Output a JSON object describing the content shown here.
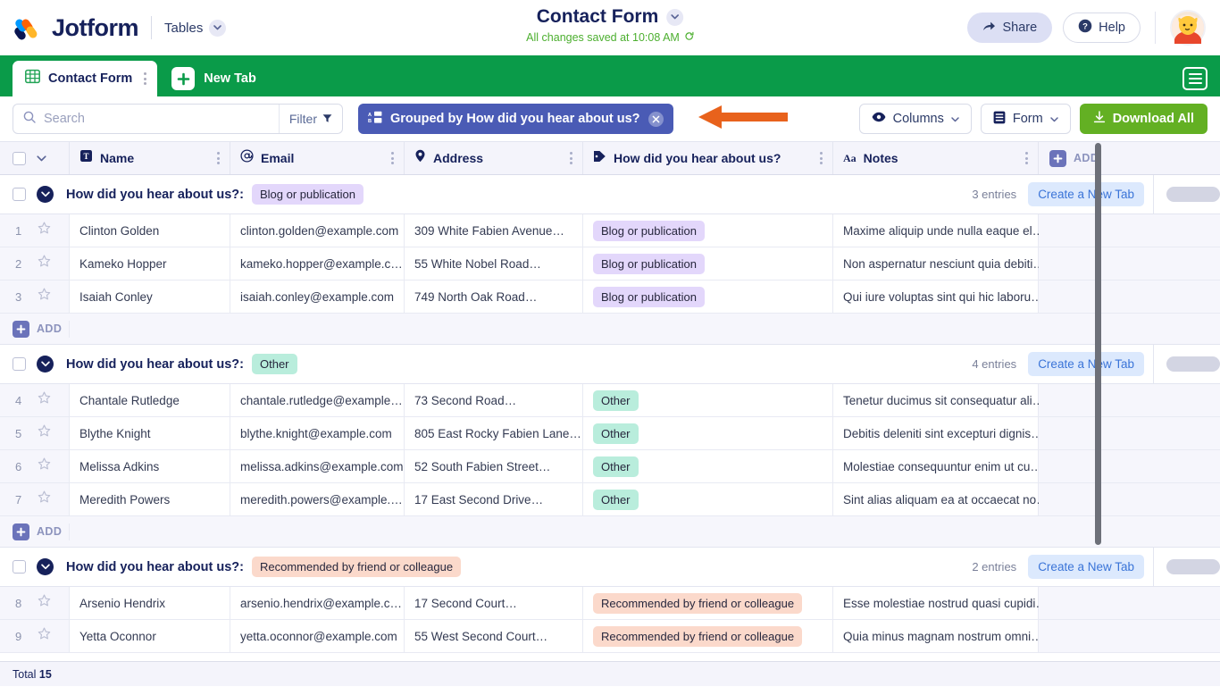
{
  "header": {
    "brand": "Jotform",
    "product": "Tables",
    "form_title": "Contact Form",
    "saved_status": "All changes saved at 10:08 AM",
    "share_label": "Share",
    "help_label": "Help"
  },
  "tabs": {
    "active": "Contact Form",
    "new_tab": "New Tab"
  },
  "toolbar": {
    "search_placeholder": "Search",
    "search_value": "",
    "filter_label": "Filter",
    "group_chip": "Grouped by How did you hear about us?",
    "columns_label": "Columns",
    "form_label": "Form",
    "download_label": "Download All"
  },
  "columns": [
    {
      "label": "Name",
      "icon": "text-field-icon",
      "glyph": "T"
    },
    {
      "label": "Email",
      "icon": "email-icon",
      "glyph": "@"
    },
    {
      "label": "Address",
      "icon": "location-pin-icon",
      "glyph": "pin"
    },
    {
      "label": "How did you hear about us?",
      "icon": "tag-icon",
      "glyph": "tag"
    },
    {
      "label": "Notes",
      "icon": "long-text-icon",
      "glyph": "Aa"
    }
  ],
  "add_column_label": "ADD",
  "add_row_label": "ADD",
  "group_label_prefix": "How did you hear about us?:",
  "create_tab_label": "Create a New Tab",
  "badge_colors": {
    "blog_or_publication": "#e3d7fb",
    "other": "#b9eddc",
    "recommended": "#fbd9cb"
  },
  "accent_colors": {
    "brand_navy": "#16215b",
    "green_bar": "#0a9b49",
    "download_green": "#63b023",
    "group_chip_blue": "#4a5bb5",
    "saved_green": "#4caf2f",
    "annotation_orange": "#e8621c"
  },
  "groups": [
    {
      "value": "Blog or publication",
      "badge_color": "#e3d7fb",
      "entries": "3 entries",
      "rows": [
        {
          "num": "1",
          "name": "Clinton Golden",
          "email": "clinton.golden@example.com",
          "address": "309 White Fabien Avenue…",
          "how": "Blog or publication",
          "notes": "Maxime aliquip unde nulla eaque el…"
        },
        {
          "num": "2",
          "name": "Kameko Hopper",
          "email": "kameko.hopper@example.c…",
          "address": "55 White Nobel Road…",
          "how": "Blog or publication",
          "notes": "Non aspernatur nesciunt quia debiti…"
        },
        {
          "num": "3",
          "name": "Isaiah Conley",
          "email": "isaiah.conley@example.com",
          "address": "749 North Oak Road…",
          "how": "Blog or publication",
          "notes": "Qui iure voluptas sint qui hic laboru…"
        }
      ]
    },
    {
      "value": "Other",
      "badge_color": "#b9eddc",
      "entries": "4 entries",
      "rows": [
        {
          "num": "4",
          "name": "Chantale Rutledge",
          "email": "chantale.rutledge@example…",
          "address": "73 Second Road…",
          "how": "Other",
          "notes": "Tenetur ducimus sit consequatur ali…"
        },
        {
          "num": "5",
          "name": "Blythe Knight",
          "email": "blythe.knight@example.com",
          "address": "805 East Rocky Fabien Lane…",
          "how": "Other",
          "notes": "Debitis deleniti sint excepturi dignis…"
        },
        {
          "num": "6",
          "name": "Melissa Adkins",
          "email": "melissa.adkins@example.com",
          "address": "52 South Fabien Street…",
          "how": "Other",
          "notes": "Molestiae consequuntur enim ut cu…"
        },
        {
          "num": "7",
          "name": "Meredith Powers",
          "email": "meredith.powers@example.…",
          "address": "17 East Second Drive…",
          "how": "Other",
          "notes": "Sint alias aliquam ea at occaecat no…"
        }
      ]
    },
    {
      "value": "Recommended by friend or colleague",
      "badge_color": "#fbd9cb",
      "entries": "2 entries",
      "rows": [
        {
          "num": "8",
          "name": "Arsenio Hendrix",
          "email": "arsenio.hendrix@example.c…",
          "address": "17 Second Court…",
          "how": "Recommended by friend or colleague",
          "notes": "Esse molestiae nostrud quasi cupidi…"
        },
        {
          "num": "9",
          "name": "Yetta Oconnor",
          "email": "yetta.oconnor@example.com",
          "address": "55 West Second Court…",
          "how": "Recommended by friend or colleague",
          "notes": "Quia minus magnam nostrum omni…"
        }
      ]
    }
  ],
  "footer": {
    "total_label": "Total",
    "total_value": "15"
  }
}
